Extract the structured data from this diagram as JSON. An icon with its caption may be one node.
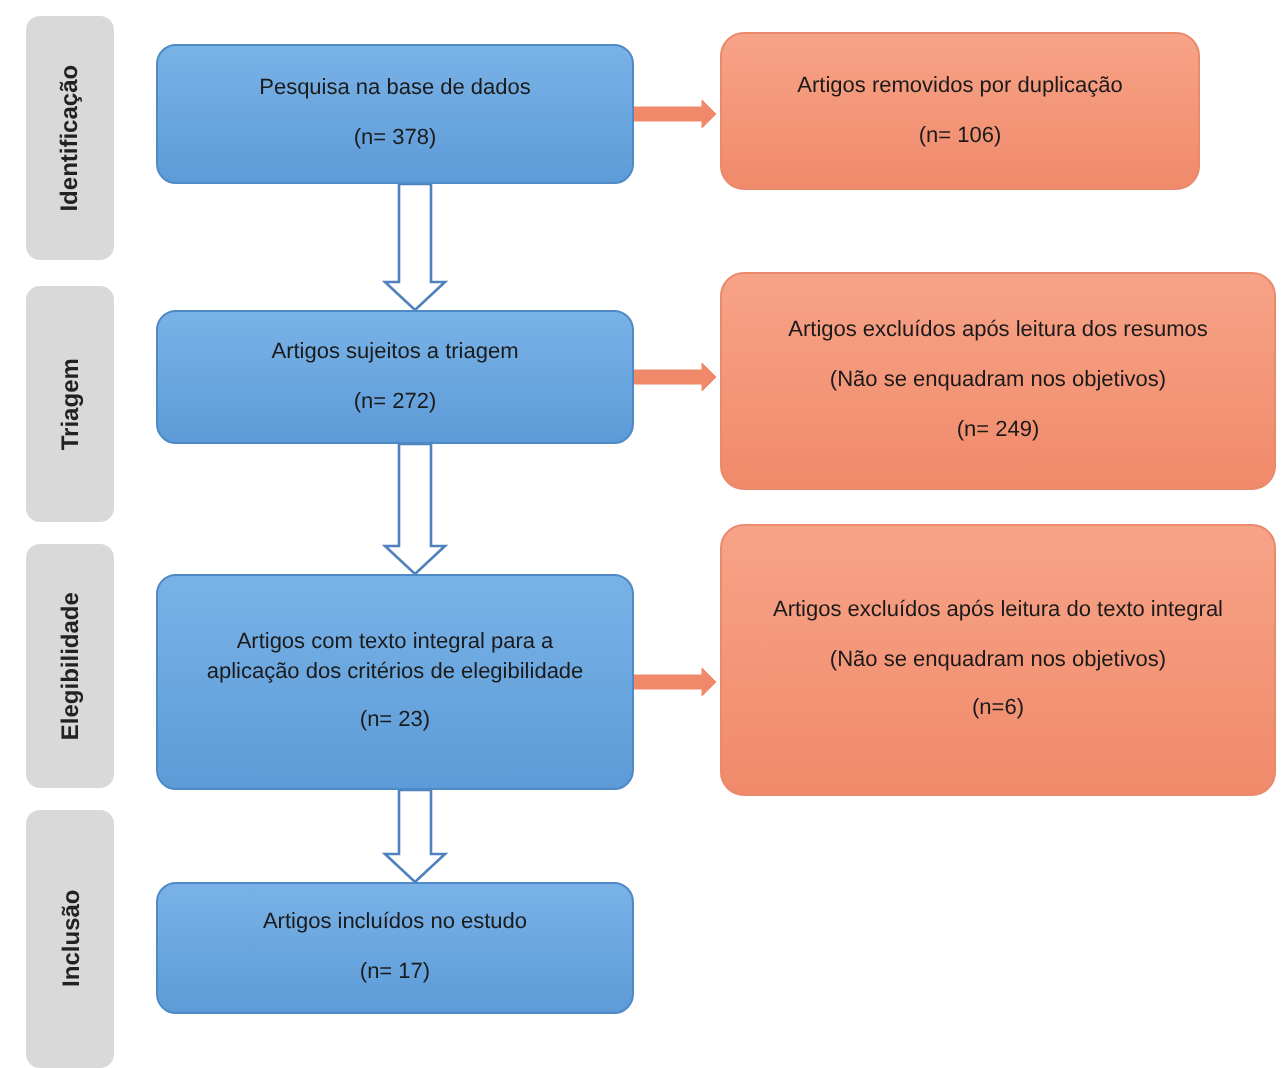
{
  "diagram": {
    "nodes": [
      {
        "text": [
          "Identificação"
        ]
      },
      {
        "text": [
          "Triagem"
        ]
      },
      {
        "text": [
          "Elegibilidade"
        ]
      },
      {
        "text": [
          "Inclusão"
        ]
      },
      {
        "text": [
          "Pesquisa na base de dados",
          "(n= 378)"
        ]
      },
      {
        "text": [
          "Artigos removidos por duplicação",
          "(n= 106)"
        ]
      },
      {
        "text": [
          "Artigos sujeitos a triagem",
          "(n= 272)"
        ]
      },
      {
        "text": [
          "Artigos excluídos após leitura dos resumos",
          "(Não se enquadram nos objetivos)",
          "(n= 249)"
        ]
      },
      {
        "text": [
          "Artigos com texto integral para a aplicação dos critérios de elegibilidade",
          "(n= 23)"
        ]
      },
      {
        "text": [
          "Artigos excluídos após leitura do texto integral",
          "(Não se enquadram nos objetivos)",
          "(n=6)"
        ]
      },
      {
        "text": [
          "Artigos incluídos no estudo",
          "(n= 17)"
        ]
      }
    ],
    "edges": [
      {
        "from": 4,
        "to": 5,
        "arrow": "to",
        "style": "thick",
        "color": "#f0896a"
      },
      {
        "from": 4,
        "to": 6,
        "arrow": "to"
      },
      {
        "from": 6,
        "to": 7,
        "arrow": "to",
        "style": "thick",
        "color": "#f0896a"
      },
      {
        "from": 6,
        "to": 8,
        "arrow": "to"
      },
      {
        "from": 8,
        "to": 9,
        "arrow": "to",
        "style": "thick",
        "color": "#f0896a"
      },
      {
        "from": 8,
        "to": 10,
        "arrow": "to"
      }
    ]
  }
}
